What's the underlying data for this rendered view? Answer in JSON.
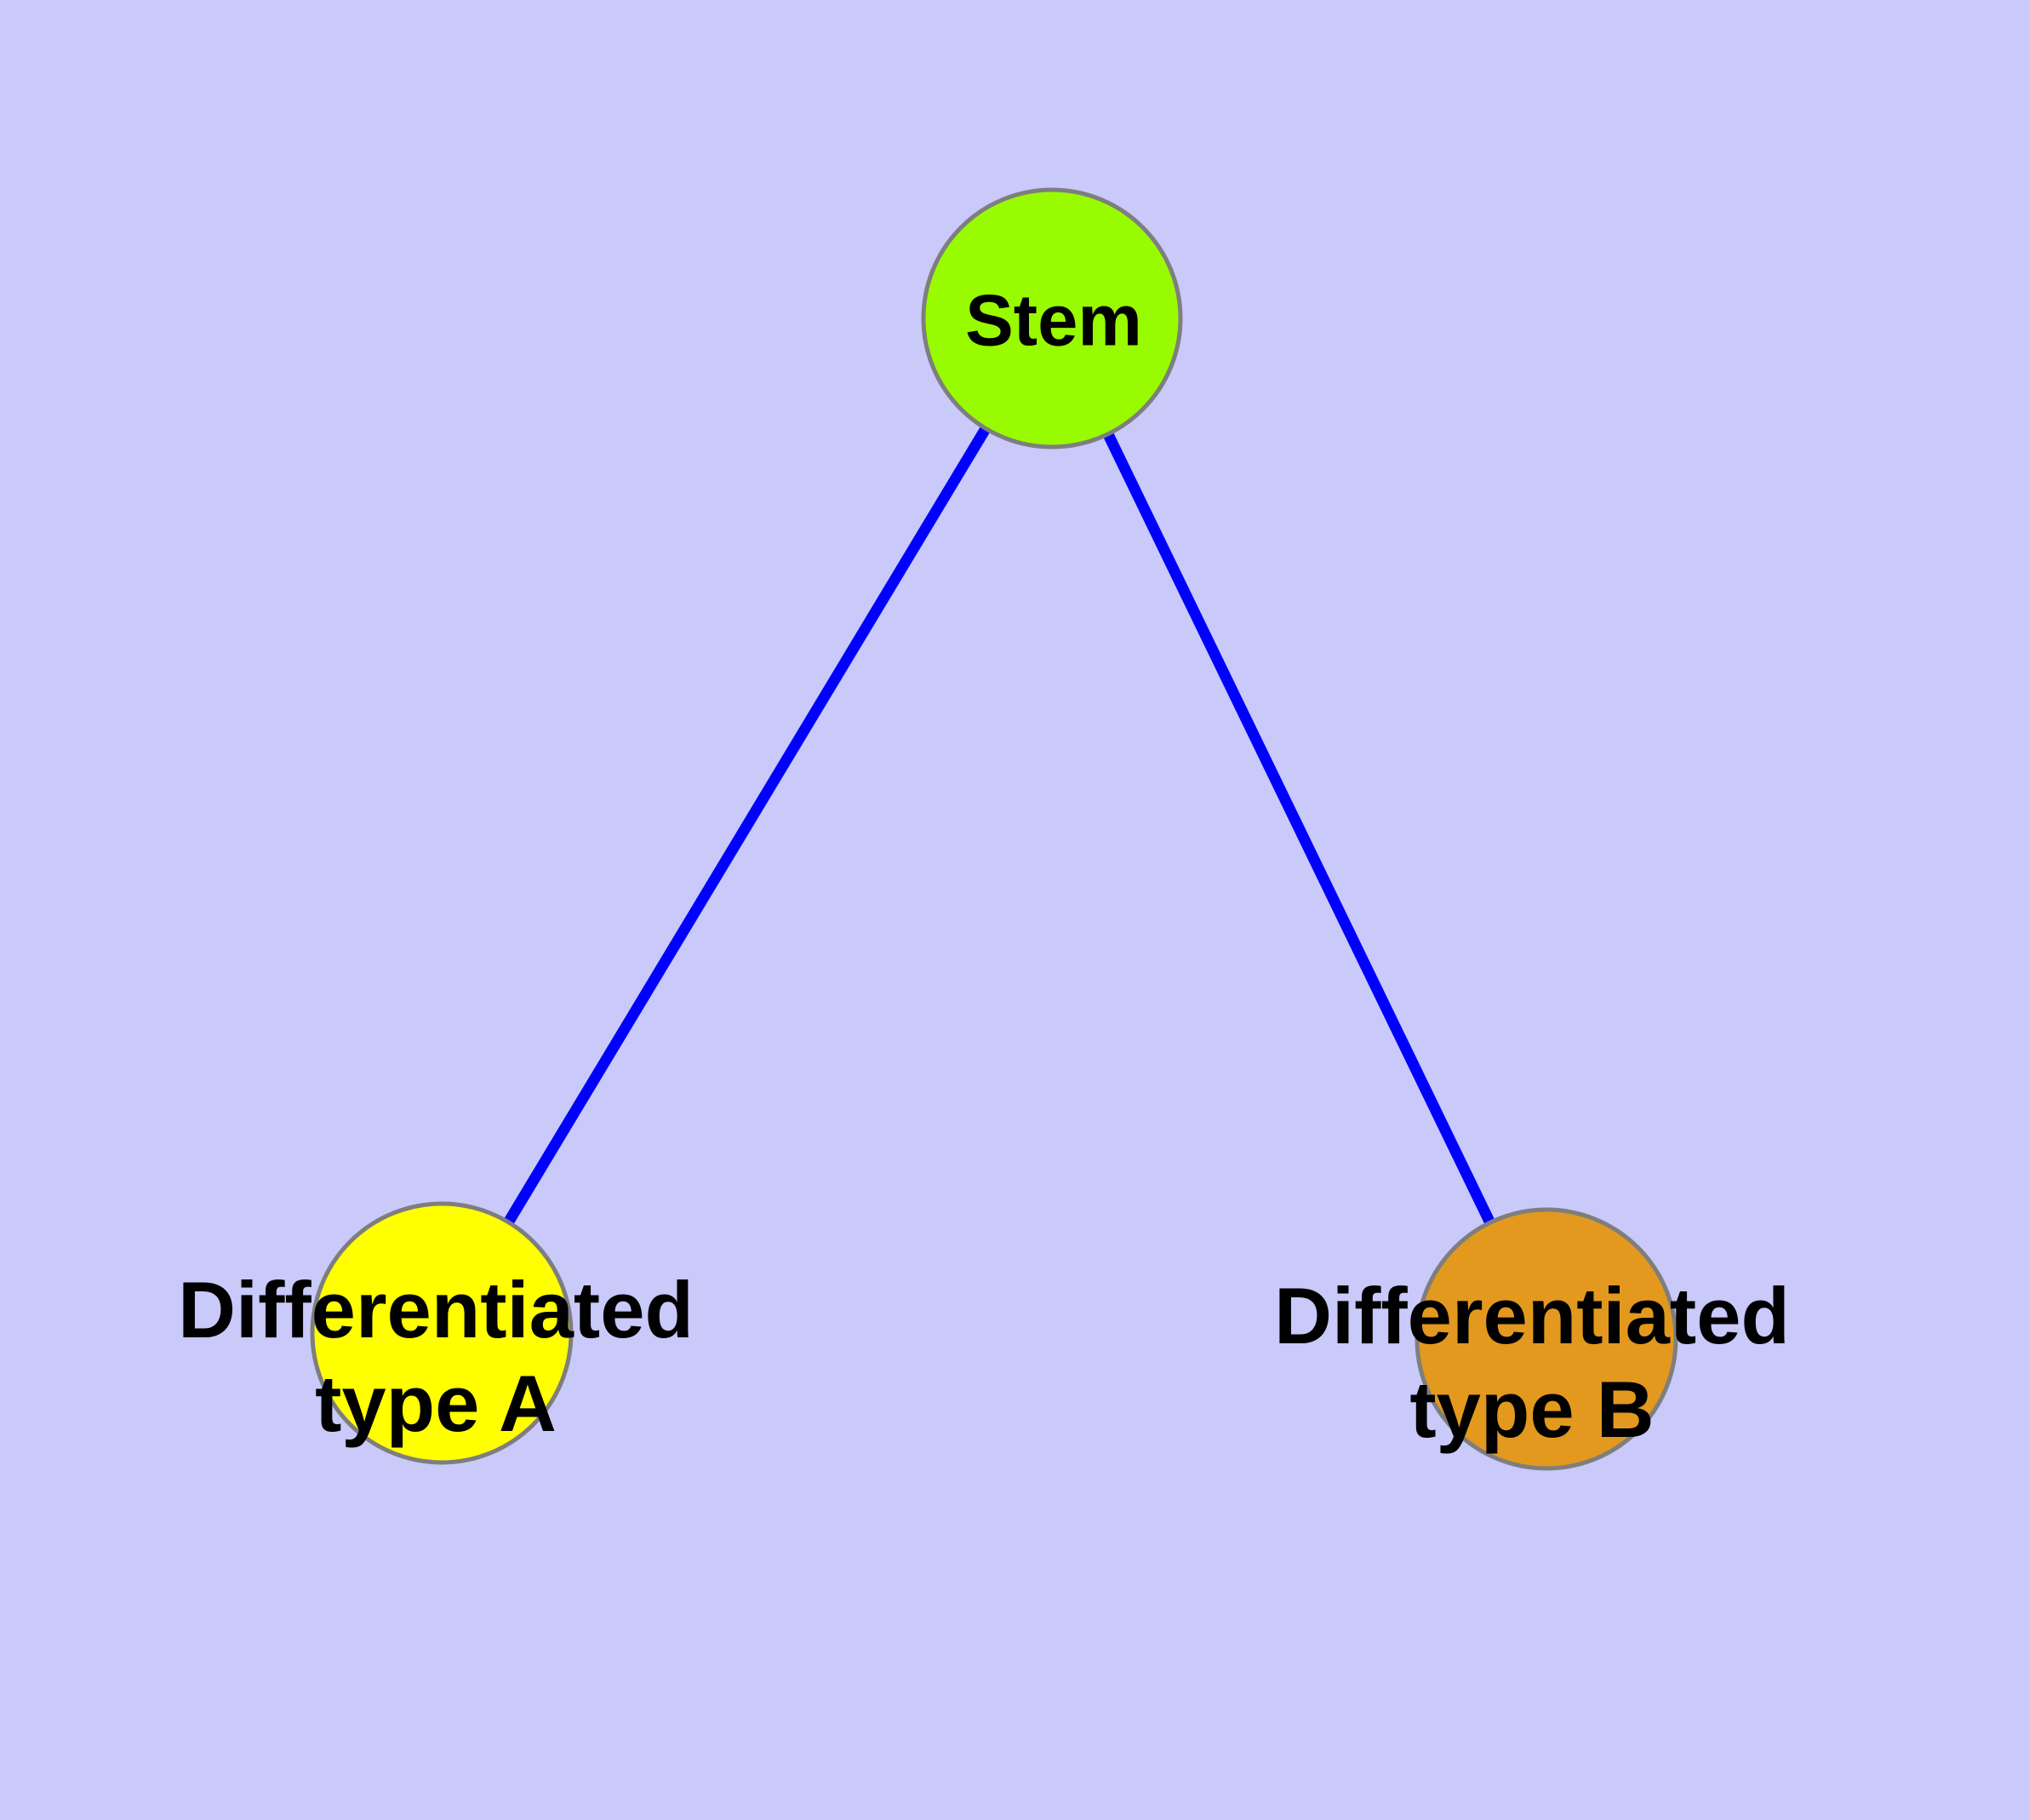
{
  "graph": {
    "background_color": "#C9C9FA",
    "edge_color": "#0000FF",
    "node_border_color": "#7E7E7E",
    "label_color": "#000000",
    "nodes": {
      "stem": {
        "label": "Stem",
        "fill": "#98FB00"
      },
      "type_a": {
        "label": "Differentiated\ntype A",
        "fill": "#FFFF00"
      },
      "type_b": {
        "label": "Differentiated\ntype B",
        "fill": "#E2991E"
      }
    },
    "edges": [
      {
        "from": "Stem",
        "to": "Differentiated type A"
      },
      {
        "from": "Stem",
        "to": "Differentiated type B"
      }
    ]
  }
}
